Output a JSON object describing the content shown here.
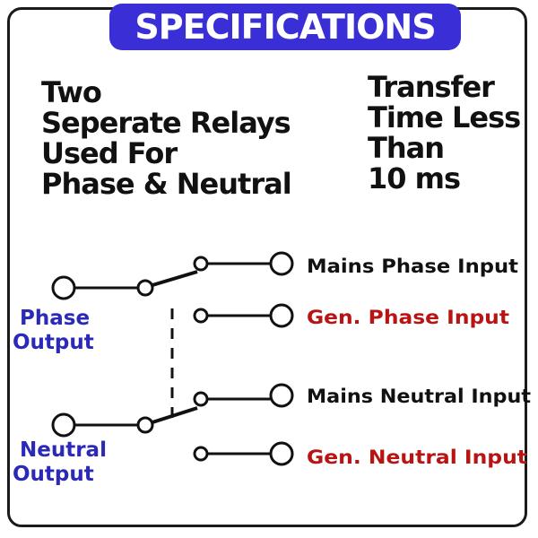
{
  "header": {
    "title": "SPECIFICATIONS"
  },
  "spec_left": {
    "lines": [
      "Two",
      "Seperate Relays",
      "Used For",
      "Phase & Neutral"
    ]
  },
  "spec_right": {
    "lines": [
      "Transfer",
      "Time Less",
      "Than",
      "10 ms"
    ]
  },
  "diagram": {
    "phase_output": [
      "Phase",
      "Output"
    ],
    "neutral_output": [
      "Neutral",
      "Output"
    ],
    "mains_phase_input": "Mains Phase Input",
    "gen_phase_input": "Gen.  Phase Input",
    "mains_neutral_input": "Mains Neutral Input",
    "gen_neutral_input": "Gen.  Neutral Input"
  },
  "colors": {
    "banner": "#3a2fd6",
    "output_label": "#2b2ab8",
    "gen_label": "#b81414",
    "text": "#111111"
  }
}
